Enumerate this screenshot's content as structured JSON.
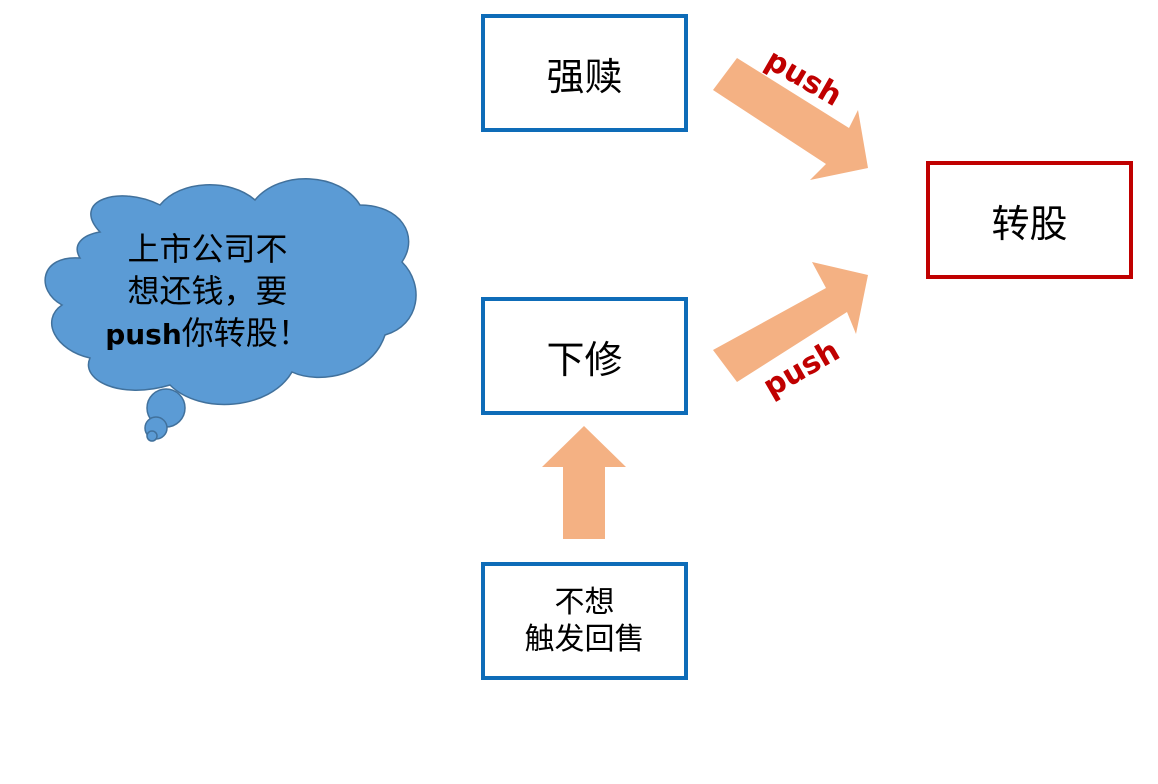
{
  "colors": {
    "box_border_blue": "#0E6CB8",
    "box_border_red": "#C00000",
    "arrow_fill": "#F4B183",
    "cloud_fill": "#5B9BD5",
    "cloud_stroke": "#41719C",
    "push_text": "#C00000"
  },
  "cloud": {
    "line1": "上市公司不",
    "line2": "想还钱，要",
    "line3_bold": "push",
    "line3_rest": "你转股！"
  },
  "boxes": {
    "qiangshu": "强赎",
    "xiaxiu": "下修",
    "buxiang_line1": "不想",
    "buxiang_line2": "触发回售",
    "zhuangu": "转股"
  },
  "arrows": {
    "top_label": "push",
    "bottom_label": "push"
  }
}
